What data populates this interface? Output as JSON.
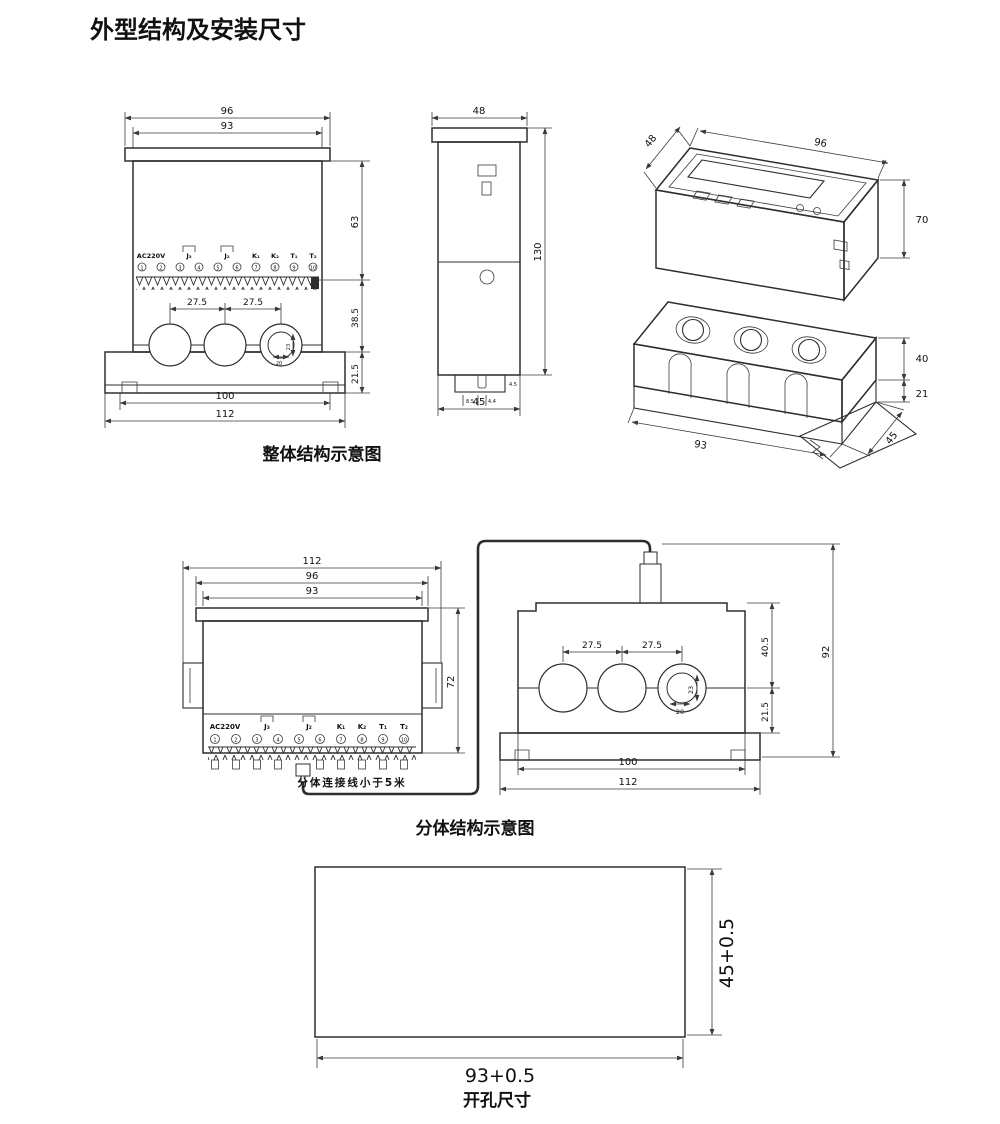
{
  "title": "外型结构及安装尺寸",
  "colors": {
    "line": "#2e2e2e",
    "text": "#111111"
  },
  "terminals": {
    "power": "AC220V",
    "relays": [
      "J₃",
      "J₂",
      "K₁",
      "K₂",
      "T₁",
      "T₂"
    ],
    "numbers": [
      "1",
      "2",
      "3",
      "4",
      "5",
      "6",
      "7",
      "8",
      "9",
      "10"
    ]
  },
  "integral": {
    "caption": "整体结构示意图",
    "front": {
      "w_outer": "96",
      "w_inner": "93",
      "h_top": "63",
      "h_mid": "38.5",
      "h_bot": "21.5",
      "pitch1": "27.5",
      "pitch2": "27.5",
      "d_outer": "23",
      "d_inner": "20",
      "w_mount": "100",
      "w_base": "112"
    },
    "side": {
      "w_top": "48",
      "h": "130",
      "w_bottom": "45",
      "foot_lip": "4.5",
      "foot_off": "8.5",
      "foot_w": "4.4"
    },
    "iso": {
      "depth": "48",
      "width": "96",
      "h_head": "70",
      "h_ct": "40",
      "h_rail": "21",
      "length": "93",
      "depth2": "45"
    }
  },
  "split": {
    "caption": "分体结构示意图",
    "display": {
      "w_base": "112",
      "w_outer": "96",
      "w_inner": "93",
      "h": "72",
      "cable_note": "分体连接线小于5米"
    },
    "ct": {
      "pitch1": "27.5",
      "pitch2": "27.5",
      "h_top": "40.5",
      "h_total": "92",
      "h_bot": "21.5",
      "d_outer": "23",
      "d_inner": "20",
      "w_mount": "100",
      "w_base": "112"
    }
  },
  "cutout": {
    "caption": "开孔尺寸",
    "width": "93+0.5",
    "height": "45+0.5"
  }
}
